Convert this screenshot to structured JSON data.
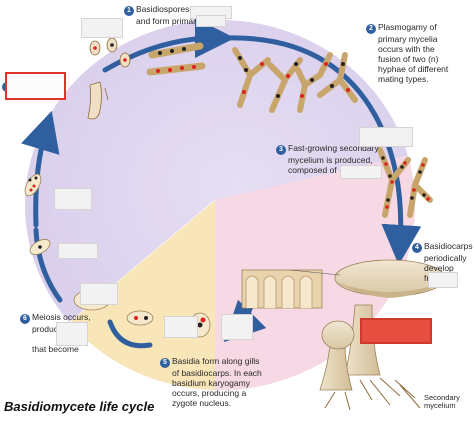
{
  "title": "Basidiomycete life cycle",
  "steps": [
    {
      "number": "1",
      "lines": [
        "Basidiospores",
        "and form primary"
      ]
    },
    {
      "number": "2",
      "lines": [
        "Plasmogamy of",
        "primary mycelia",
        "occurs with the",
        "fusion of two (n)",
        "hyphae of different",
        "mating types."
      ]
    },
    {
      "number": "3",
      "lines": [
        "Fast-growing secondary",
        "mycelium is produced,",
        "composed of"
      ]
    },
    {
      "number": "4",
      "lines": [
        "Basidiocarps",
        "periodically",
        "develop",
        "from"
      ]
    },
    {
      "number": "5",
      "lines": [
        "Basidia form along gills",
        "of basidiocarps. In each",
        "basidium karyogamy",
        "occurs, producing a",
        "zygote nucleus."
      ]
    },
    {
      "number": "6",
      "lines": [
        "Meiosis occurs,",
        "producing",
        "",
        "that become"
      ]
    },
    {
      "number": "7",
      "lines": []
    }
  ],
  "secondary_mycelium_label": [
    "Secondary",
    "mycelium"
  ],
  "colors": {
    "purple_region": "#dcd3ee",
    "pink_region": "#f6d9e4",
    "yellow_region": "#f8e6b8",
    "arrow_blue": "#2f5f9e",
    "highlight_red": "#e0312a"
  }
}
